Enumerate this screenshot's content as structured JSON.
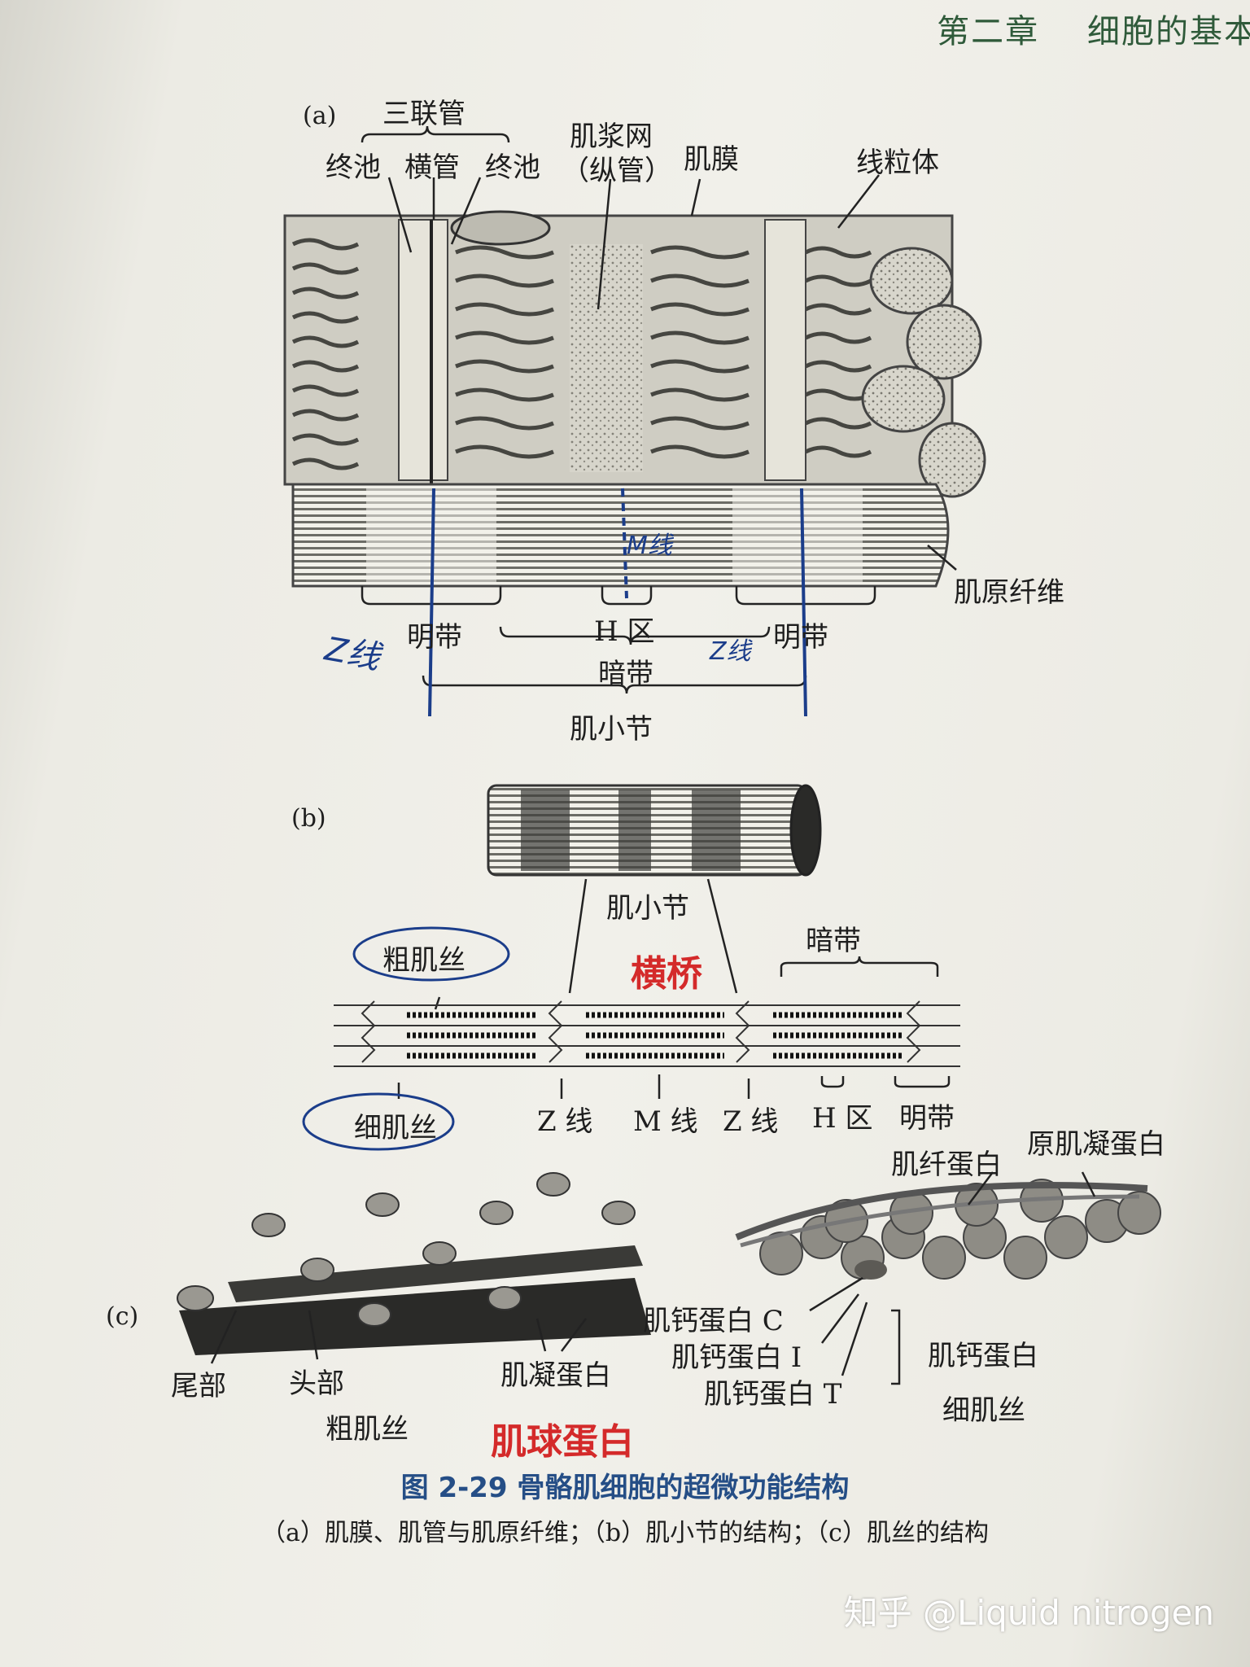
{
  "header": {
    "chapter": "第二章    细胞的基本"
  },
  "panel_a": {
    "tag": "(a)",
    "triad": "三联管",
    "terminal_cisterna_left": "终池",
    "t_tubule": "横管",
    "terminal_cisterna_right": "终池",
    "sr_line1": "肌浆网",
    "sr_line2": "（纵管）",
    "sarcolemma": "肌膜",
    "mitochondria": "线粒体",
    "myofibril": "肌原纤维",
    "i_band_left": "明带",
    "h_zone": "H 区",
    "i_band_right": "明带",
    "a_band": "暗带",
    "sarcomere": "肌小节"
  },
  "panel_b": {
    "tag": "(b)",
    "sarcomere": "肌小节",
    "thick_filament": "粗肌丝",
    "a_band": "暗带",
    "thin_filament": "细肌丝",
    "z_line_1": "Z 线",
    "m_line": "M 线",
    "z_line_2": "Z 线",
    "h_zone": "H 区",
    "i_band": "明带"
  },
  "panel_c": {
    "tag": "(c)",
    "tail": "尾部",
    "head": "头部",
    "thick_filament": "粗肌丝",
    "myosin": "肌凝蛋白",
    "tropomyosin": "原肌凝蛋白",
    "actin": "肌纤蛋白",
    "troponin_c": "肌钙蛋白 C",
    "troponin_i": "肌钙蛋白 I",
    "troponin_t": "肌钙蛋白 T",
    "troponin": "肌钙蛋白",
    "thin_filament": "细肌丝"
  },
  "annotations": {
    "z_line_left": "Z线",
    "m_line": "M线",
    "z_line_right": "Z线",
    "cross_bridge": "横桥",
    "myosin_globulin": "肌球蛋白"
  },
  "caption": {
    "title": "图 2-29    骨骼肌细胞的超微功能结构",
    "subtitle": "（a）肌膜、肌管与肌原纤维；（b）肌小节的结构；（c）肌丝的结构"
  },
  "watermark": "知乎 @Liquid nitrogen",
  "colors": {
    "ink": "#1e1e1e",
    "caption_blue": "#254e86",
    "annotation_blue": "#1b3d8a",
    "annotation_red": "#d42a2a"
  }
}
